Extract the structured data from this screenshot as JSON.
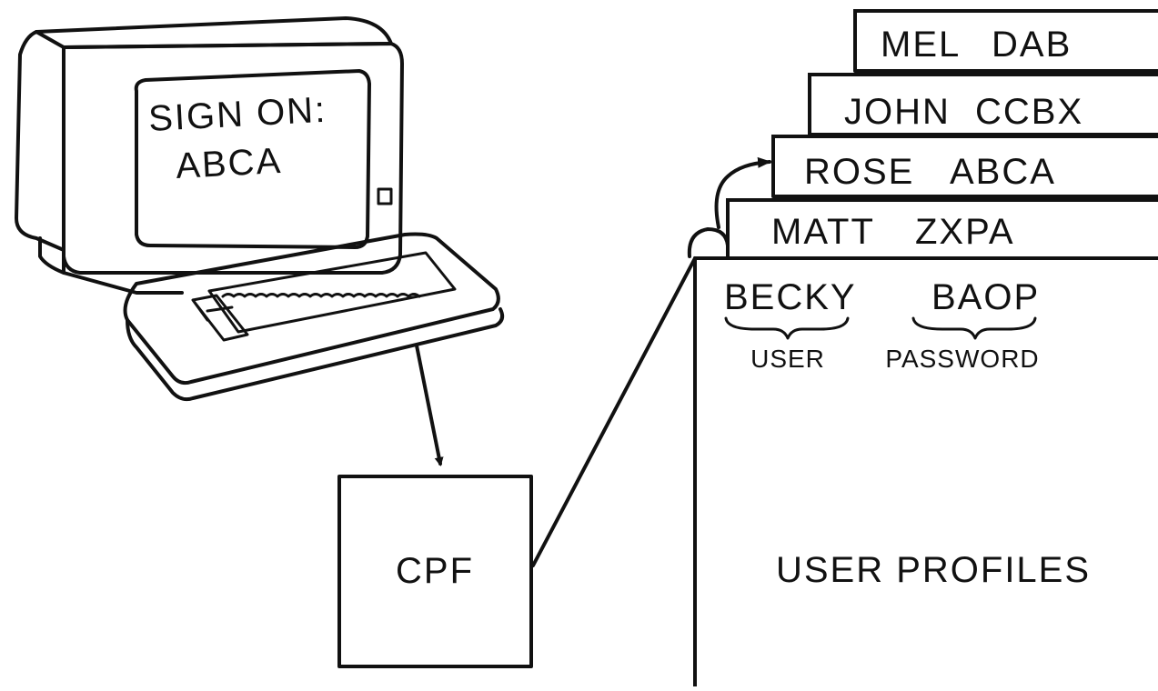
{
  "terminal": {
    "line1": "SIGN ON:",
    "line2": "ABCA"
  },
  "processor": {
    "label": "CPF"
  },
  "profiles": {
    "cards": [
      {
        "user": "MEL",
        "password": "DAB"
      },
      {
        "user": "JOHN",
        "password": "CCBX"
      },
      {
        "user": "ROSE",
        "password": "ABCA"
      },
      {
        "user": "MATT",
        "password": "ZXPA"
      }
    ],
    "front": {
      "user": "BECKY",
      "password": "BAOP"
    },
    "user_caption": "USER",
    "password_caption": "PASSWORD",
    "title": "USER PROFILES"
  }
}
